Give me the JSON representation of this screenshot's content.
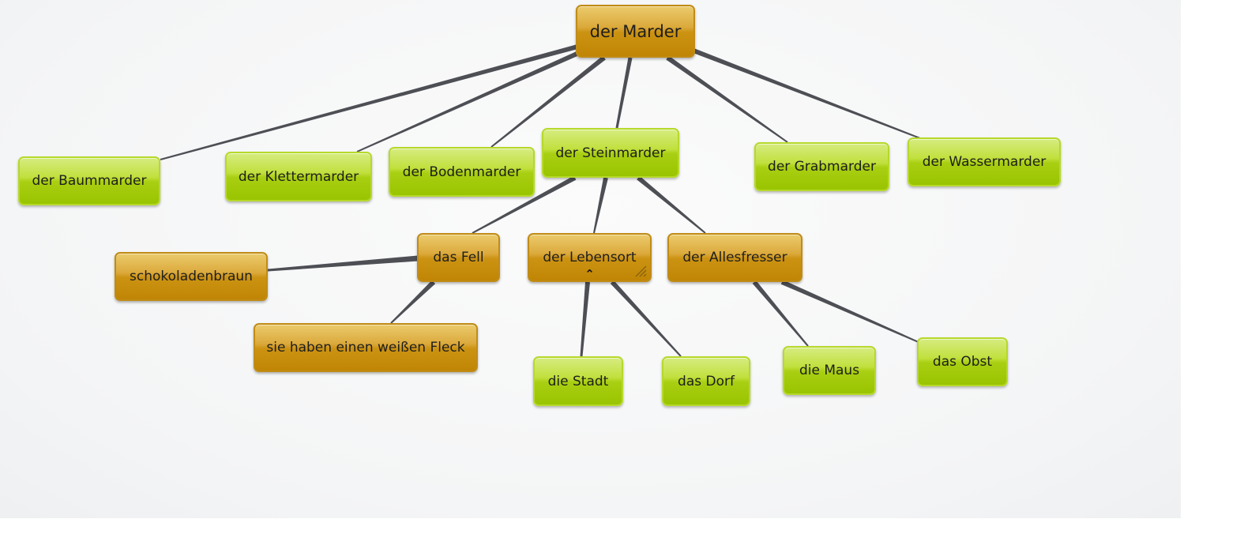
{
  "colors": {
    "green": "#a9cf12",
    "orange": "#cc9313",
    "edge": "#4d4f55"
  },
  "map": {
    "root": "der Marder",
    "n1": "der Baummarder",
    "n2": "der Klettermarder",
    "n3": "der Bodenmarder",
    "n4": "der Steinmarder",
    "n5": "der Grabmarder",
    "n6": "der Wassermarder",
    "n7": "das Fell",
    "n8": "der Lebensort",
    "n9": "der Allesfresser",
    "n10": "schokoladenbraun",
    "n11": "sie haben einen weißen Fleck",
    "n12": "die Stadt",
    "n13": "das Dorf",
    "n14": "die Maus",
    "n15": "das Obst"
  },
  "icons": {
    "collapse": "chevron-up-icon",
    "resize": "resize-grip-icon"
  }
}
